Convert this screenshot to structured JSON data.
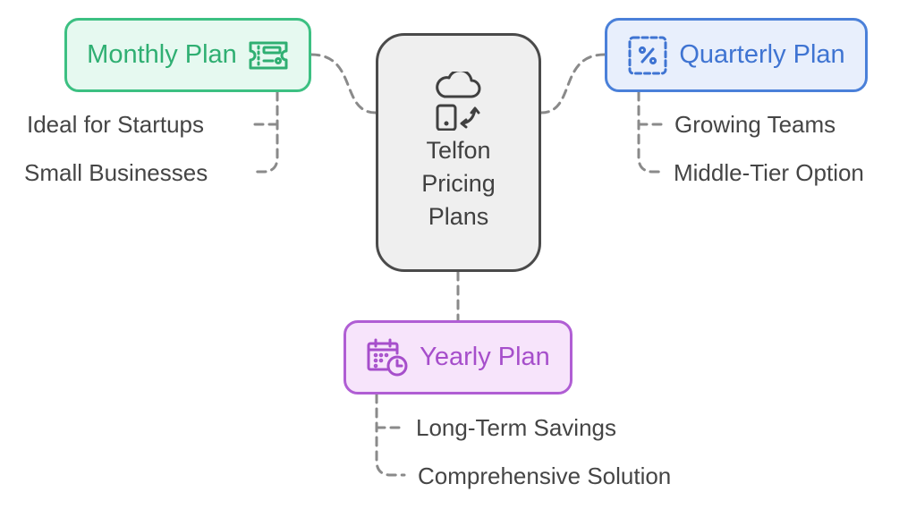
{
  "diagram": {
    "type": "mind-map",
    "center": {
      "title_lines": [
        "Telfon",
        "Pricing",
        "Plans"
      ],
      "icon": "cloud-device-sync-icon",
      "color": "#4a4a4a"
    },
    "branches": [
      {
        "id": "monthly",
        "title": "Monthly Plan",
        "icon": "ticket-icon",
        "color": "#3cc082",
        "items": [
          "Ideal for Startups",
          "Small Businesses"
        ]
      },
      {
        "id": "quarterly",
        "title": "Quarterly Plan",
        "icon": "percent-badge-icon",
        "color": "#4a80d9",
        "items": [
          "Growing Teams",
          "Middle-Tier Option"
        ]
      },
      {
        "id": "yearly",
        "title": "Yearly Plan",
        "icon": "calendar-clock-icon",
        "color": "#b05ed4",
        "items": [
          "Long-Term Savings",
          "Comprehensive Solution"
        ]
      }
    ]
  }
}
